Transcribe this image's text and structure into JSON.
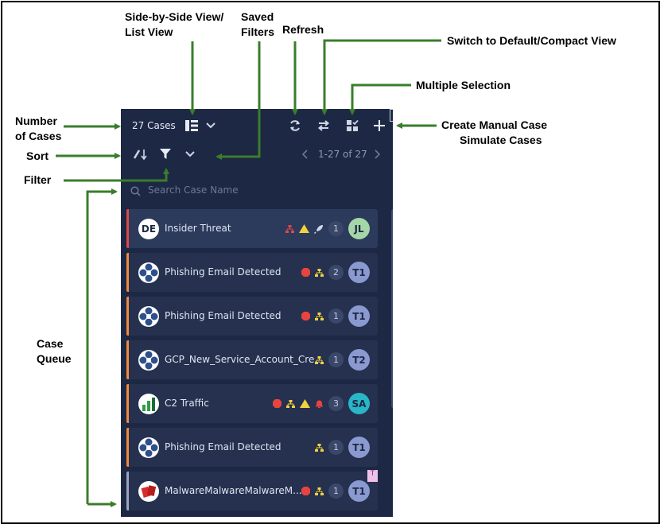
{
  "annotations": {
    "side_by_side": "Side-by-Side View/",
    "list_view": "List View",
    "saved_filters_1": "Saved",
    "saved_filters_2": "Filters",
    "refresh": "Refresh",
    "switch_view": "Switch to Default/Compact View",
    "multiple_selection": "Multiple Selection",
    "number_of_cases_1": "Number",
    "number_of_cases_2": "of Cases",
    "create_manual_case": "Create Manual Case",
    "simulate_cases": "Simulate Cases",
    "sort": "Sort",
    "filter": "Filter",
    "case_queue_1": "Case",
    "case_queue_2": "Queue"
  },
  "toolbar": {
    "case_count": "27 Cases",
    "pager": "1-27 of 27",
    "icons": [
      "view-toggle-icon",
      "chevron-down-icon",
      "refresh-icon",
      "swap-icon",
      "multi-select-icon",
      "plus-icon",
      "sort-icon",
      "filter-icon",
      "chevron-down-icon",
      "chevron-left-icon",
      "chevron-right-icon"
    ]
  },
  "search": {
    "placeholder": "Search Case Name"
  },
  "colors": {
    "panel": "#1d2844",
    "card": "#25314f",
    "annotation_arrow": "#3a7d2c",
    "priority_critical": "#e04848",
    "priority_high": "#f08a3c",
    "priority_low": "#9aa4bc"
  },
  "cases": [
    {
      "title": "Insider Threat",
      "initials": "DE",
      "count": "1",
      "assignee": "JL",
      "assignee_color": "#a5d6a7",
      "bar": "#e04848",
      "badges": [
        "network-red",
        "warning-triangle",
        "rocket"
      ]
    },
    {
      "title": "Phishing Email Detected",
      "count": "2",
      "assignee": "T1",
      "assignee_color": "#8a9ad0",
      "bar": "#f08a3c",
      "badges": [
        "hexagon-red",
        "network-yellow"
      ]
    },
    {
      "title": "Phishing Email Detected",
      "count": "1",
      "assignee": "T1",
      "assignee_color": "#8a9ad0",
      "bar": "#f08a3c",
      "badges": [
        "hexagon-red",
        "network-yellow"
      ]
    },
    {
      "title": "GCP_New_Service_Account_Cre...",
      "count": "1",
      "assignee": "T2",
      "assignee_color": "#8a9ad0",
      "bar": "#f08a3c",
      "badges": [
        "network-yellow"
      ]
    },
    {
      "title": "C2 Traffic",
      "count": "3",
      "assignee": "SA",
      "assignee_color": "#29b6c7",
      "bar": "#f08a3c",
      "badges": [
        "hexagon-red",
        "network-yellow",
        "warning-triangle",
        "bell-red"
      ]
    },
    {
      "title": "Phishing Email Detected",
      "count": "1",
      "assignee": "T1",
      "assignee_color": "#8a9ad0",
      "bar": "#f08a3c",
      "badges": [
        "network-yellow"
      ]
    },
    {
      "title": "MalwareMalwareMalwareM...",
      "count": "1",
      "assignee": "T1",
      "assignee_color": "#8a9ad0",
      "bar": "#9aa4bc",
      "badges": [
        "hexagon-red",
        "network-yellow"
      ],
      "tag": "T"
    }
  ]
}
